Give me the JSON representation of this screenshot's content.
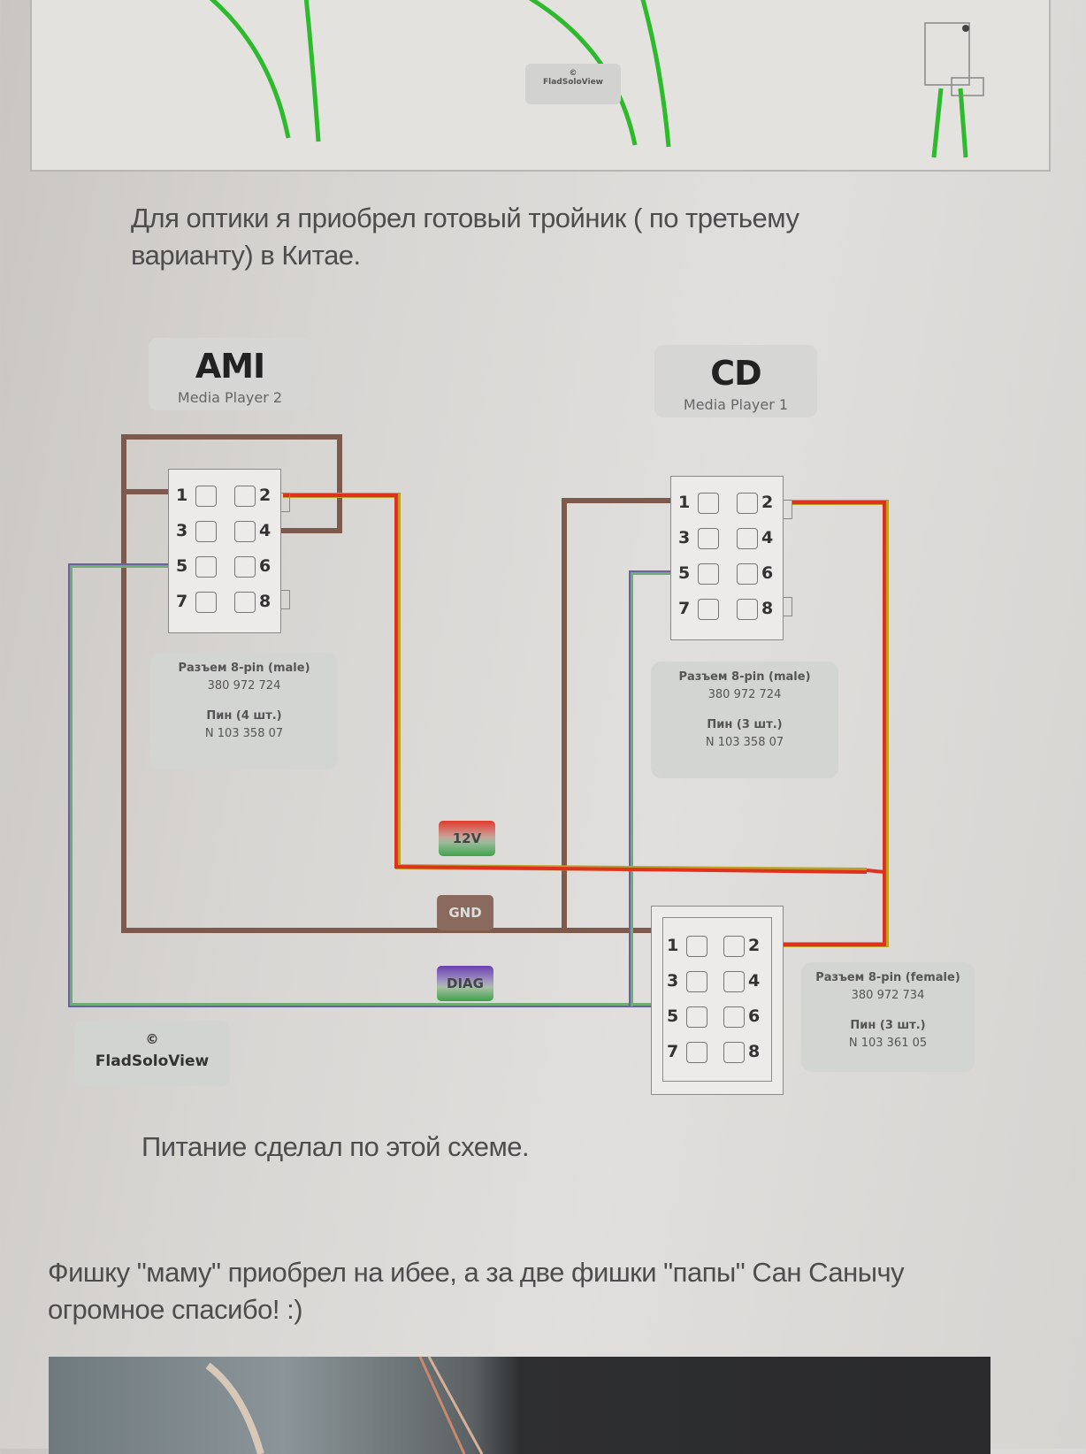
{
  "top_figure": {
    "watermark": {
      "symbol": "©",
      "name": "FladSoloView"
    }
  },
  "paragraphs": {
    "p1": "Для оптики я приобрел готовый тройник ( по третьему варианту) в Китае.",
    "p2": "Питание сделал по этой схеме.",
    "p3": "Фишку \"маму\" приобрел на ибее, а за две фишки \"папы\" Сан Санычу огромное спасибо! :)"
  },
  "diagram": {
    "ami": {
      "title": "AMI",
      "subtitle": "Media Player 2"
    },
    "cd": {
      "title": "CD",
      "subtitle": "Media Player 1"
    },
    "pins": [
      "1",
      "2",
      "3",
      "4",
      "5",
      "6",
      "7",
      "8"
    ],
    "ami_info": {
      "line1": "Разъем 8-pin (male)",
      "line2": "380 972 724",
      "line3": "Пин (4 шт.)",
      "line4": "N 103 358 07"
    },
    "cd_info": {
      "line1": "Разъем 8-pin (male)",
      "line2": "380 972 724",
      "line3": "Пин (3 шт.)",
      "line4": "N 103 358 07"
    },
    "female_info": {
      "line1": "Разъем 8-pin (female)",
      "line2": "380 972 734",
      "line3": "Пин (3 шт.)",
      "line4": "N 103 361 05"
    },
    "legend": {
      "v12": "12V",
      "gnd": "GND",
      "diag": "DIAG"
    },
    "colors": {
      "gnd": "#7d5a4c",
      "v12": "#e0301e",
      "v12_edge": "#b7a32a",
      "diag": "#6b5fa8",
      "diag_edge": "#6fae72"
    },
    "watermark": {
      "symbol": "©",
      "name": "FladSoloView"
    }
  }
}
